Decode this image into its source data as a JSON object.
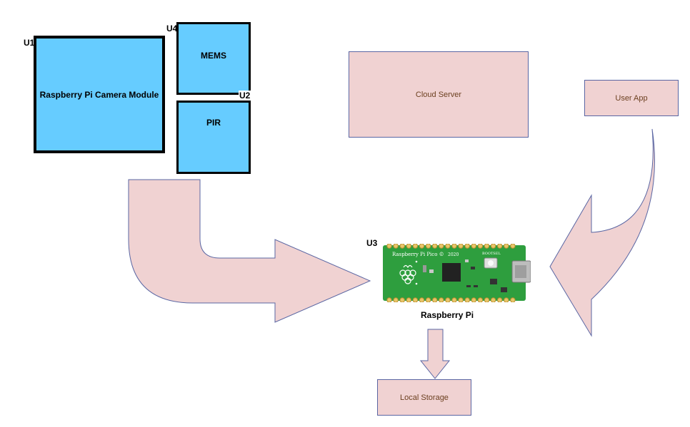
{
  "diagram": {
    "camera": {
      "ref": "U1",
      "label": "Raspberry Pi Camera Module"
    },
    "mems": {
      "ref": "U4",
      "label": "MEMS"
    },
    "pir": {
      "ref": "U2",
      "label": "PIR"
    },
    "pico": {
      "ref": "U3",
      "label": "Raspberry Pi",
      "silk_name": "Raspberry Pi Pico ©",
      "silk_year": "2020",
      "silk_bootsel": "BOOTSEL"
    },
    "cloud": {
      "label": "Cloud Server"
    },
    "user_app": {
      "label": "User App"
    },
    "storage": {
      "label": "Local Storage"
    }
  },
  "colors": {
    "sensor_fill": "#66ccff",
    "service_fill": "#f0d2d2",
    "service_border": "#5a66a3",
    "service_text": "#6b3f1f",
    "board_green": "#2e9e3e"
  }
}
